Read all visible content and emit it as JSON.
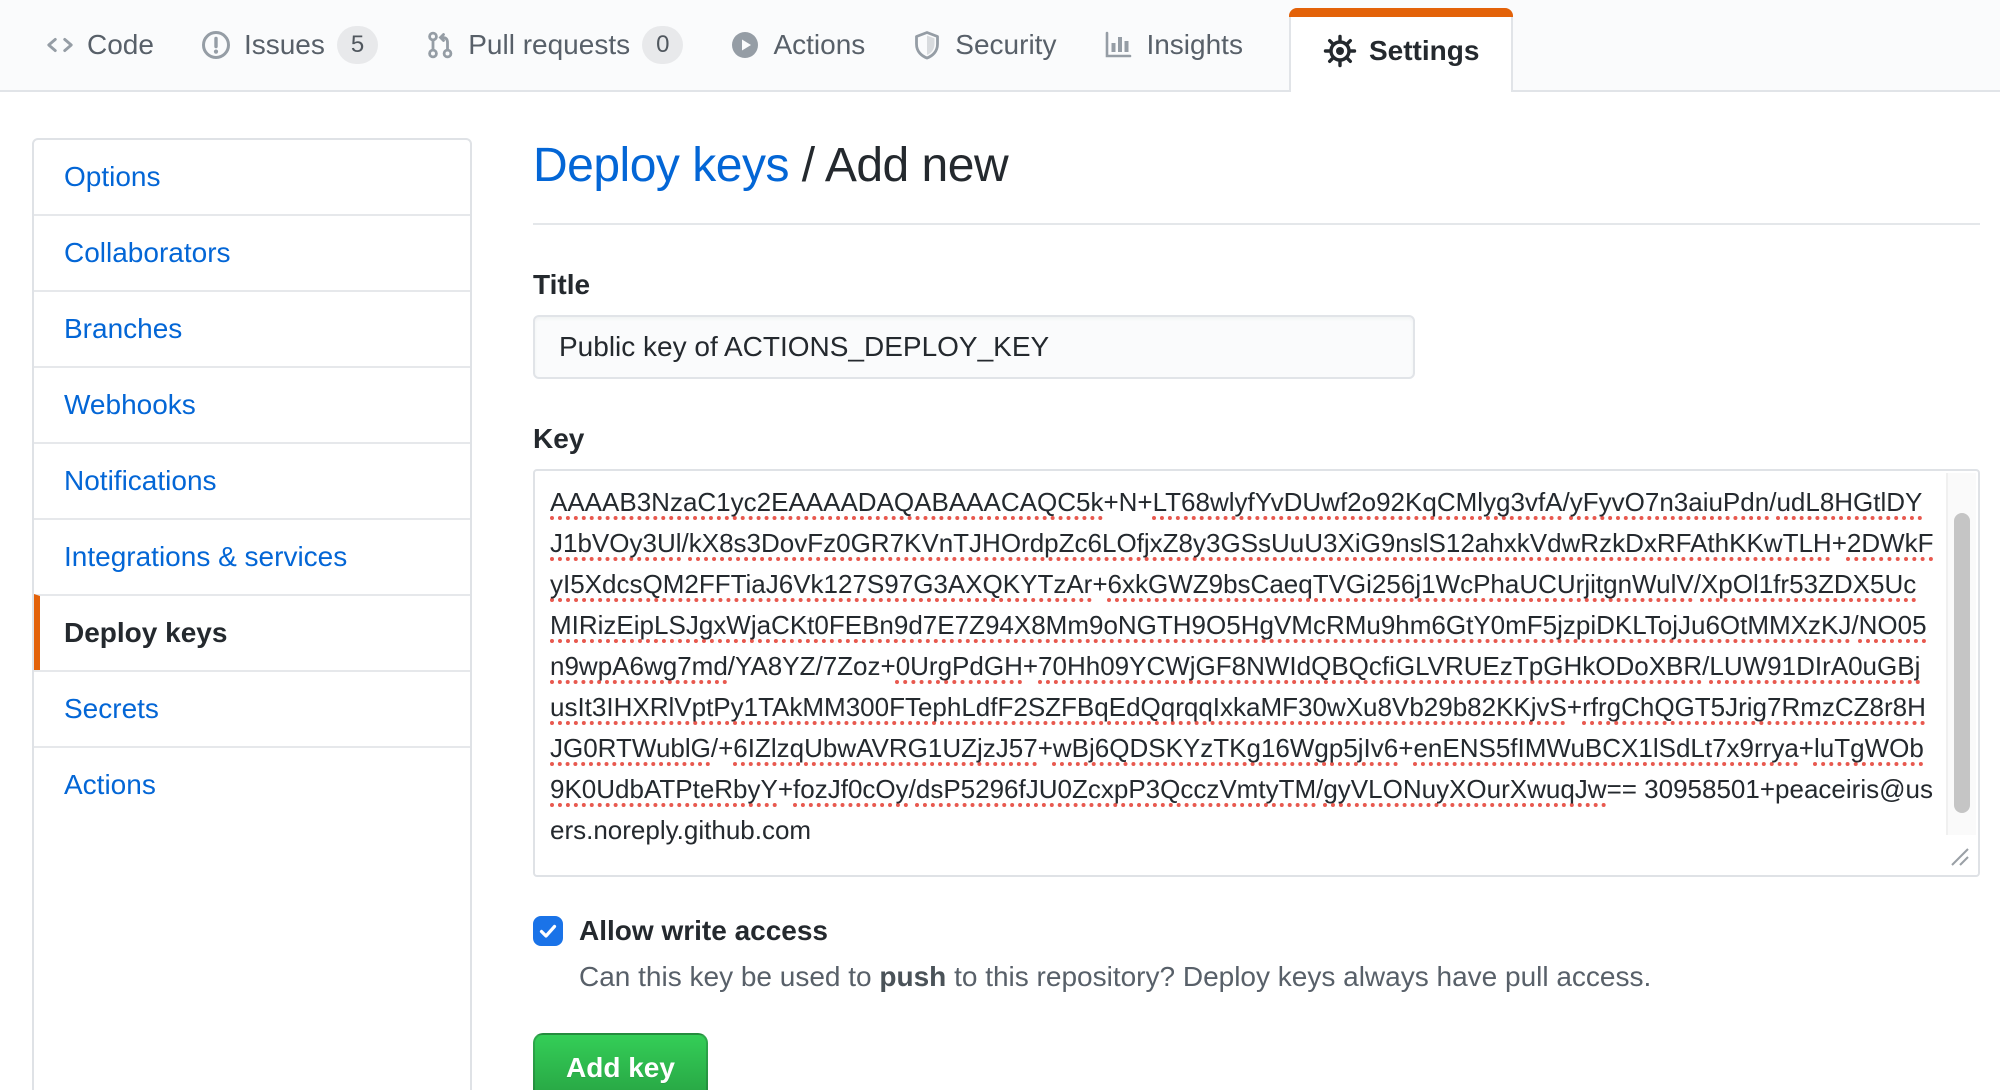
{
  "nav": {
    "items": [
      {
        "label": "Code",
        "icon": "code-icon"
      },
      {
        "label": "Issues",
        "icon": "issue-opened-icon",
        "badge": "5"
      },
      {
        "label": "Pull requests",
        "icon": "pull-request-icon",
        "badge": "0"
      },
      {
        "label": "Actions",
        "icon": "play-circle-icon"
      },
      {
        "label": "Security",
        "icon": "shield-icon"
      },
      {
        "label": "Insights",
        "icon": "graph-icon"
      },
      {
        "label": "Settings",
        "icon": "gear-icon",
        "selected": true
      }
    ]
  },
  "sidebar": {
    "items": [
      {
        "label": "Options"
      },
      {
        "label": "Collaborators"
      },
      {
        "label": "Branches"
      },
      {
        "label": "Webhooks"
      },
      {
        "label": "Notifications"
      },
      {
        "label": "Integrations & services"
      },
      {
        "label": "Deploy keys",
        "active": true
      },
      {
        "label": "Secrets"
      },
      {
        "label": "Actions"
      }
    ]
  },
  "breadcrumb": {
    "link": "Deploy keys",
    "separator": " / ",
    "current": "Add new"
  },
  "form": {
    "title_label": "Title",
    "title_value": "Public key of ACTIONS_DEPLOY_KEY",
    "key_label": "Key",
    "key_value": "AAAAB3NzaC1yc2EAAAADAQABAAACAQC5k+N+LT68wlyfYvDUwf2o92KqCMlyg3vfA/yFyvO7n3aiuPdn/udL8HGtlDYJ1bVOy3Ul/kX8s3DovFz0GR7KVnTJHOrdpZc6LOfjxZ8y3GSsUuU3XiG9nslS12ahxkVdwRzkDxRFAthKKwTLH+2DWkFyI5XdcsQM2FFTiaJ6Vk127S97G3AXQKYTzAr+6xkGWZ9bsCaeqTVGi256j1WcPhaUCUrjitgnWulV/XpOl1fr53ZDX5UcMIRizEipLSJgxWjaCKt0FEBn9d7E7Z94X8Mm9oNGTH9O5HgVMcRMu9hm6GtY0mF5jzpiDKLTojJu6OtMMXzKJ/NO05n9wpA6wg7md/YA8YZ/7Zoz+0UrgPdGH+70Hh09YCWjGF8NWIdQBQcfiGLVRUEzTpGHkODoXBR/LUW91DIrA0uGBjusIt3IHXRlVptPy1TAkMM300FTephLdfF2SZFBqEdQqrqqIxkaMF30wXu8Vb29b82KKjvS+rfrgChQGT5Jrig7RmzCZ8r8HJG0RTWublG/+6IZlzqUbwAVRG1UZjzJ57+wBj6QDSKYzTKg16Wgp5jIv6+enENS5fIMWuBCX1lSdLt7x9rrya+luTgWOb9K0UdbATPteRbyY+fozJf0cOy/dsP5296fJU0ZcxpP3QcczVmtyTM/gyVLONuyXOurXwuqJw== 30958501+peaceiris@users.noreply.github.com",
    "allow_write": {
      "checked": true,
      "label": "Allow write access",
      "help_prefix": "Can this key be used to ",
      "help_bold": "push",
      "help_suffix": " to this repository? Deploy keys always have pull access."
    },
    "submit_label": "Add key"
  },
  "colors": {
    "accent_orange": "#e36209",
    "link_blue": "#0366d6",
    "button_green": "#28a745",
    "checkbox_blue": "#1a73e8",
    "spellcheck_red": "#e8594f"
  }
}
